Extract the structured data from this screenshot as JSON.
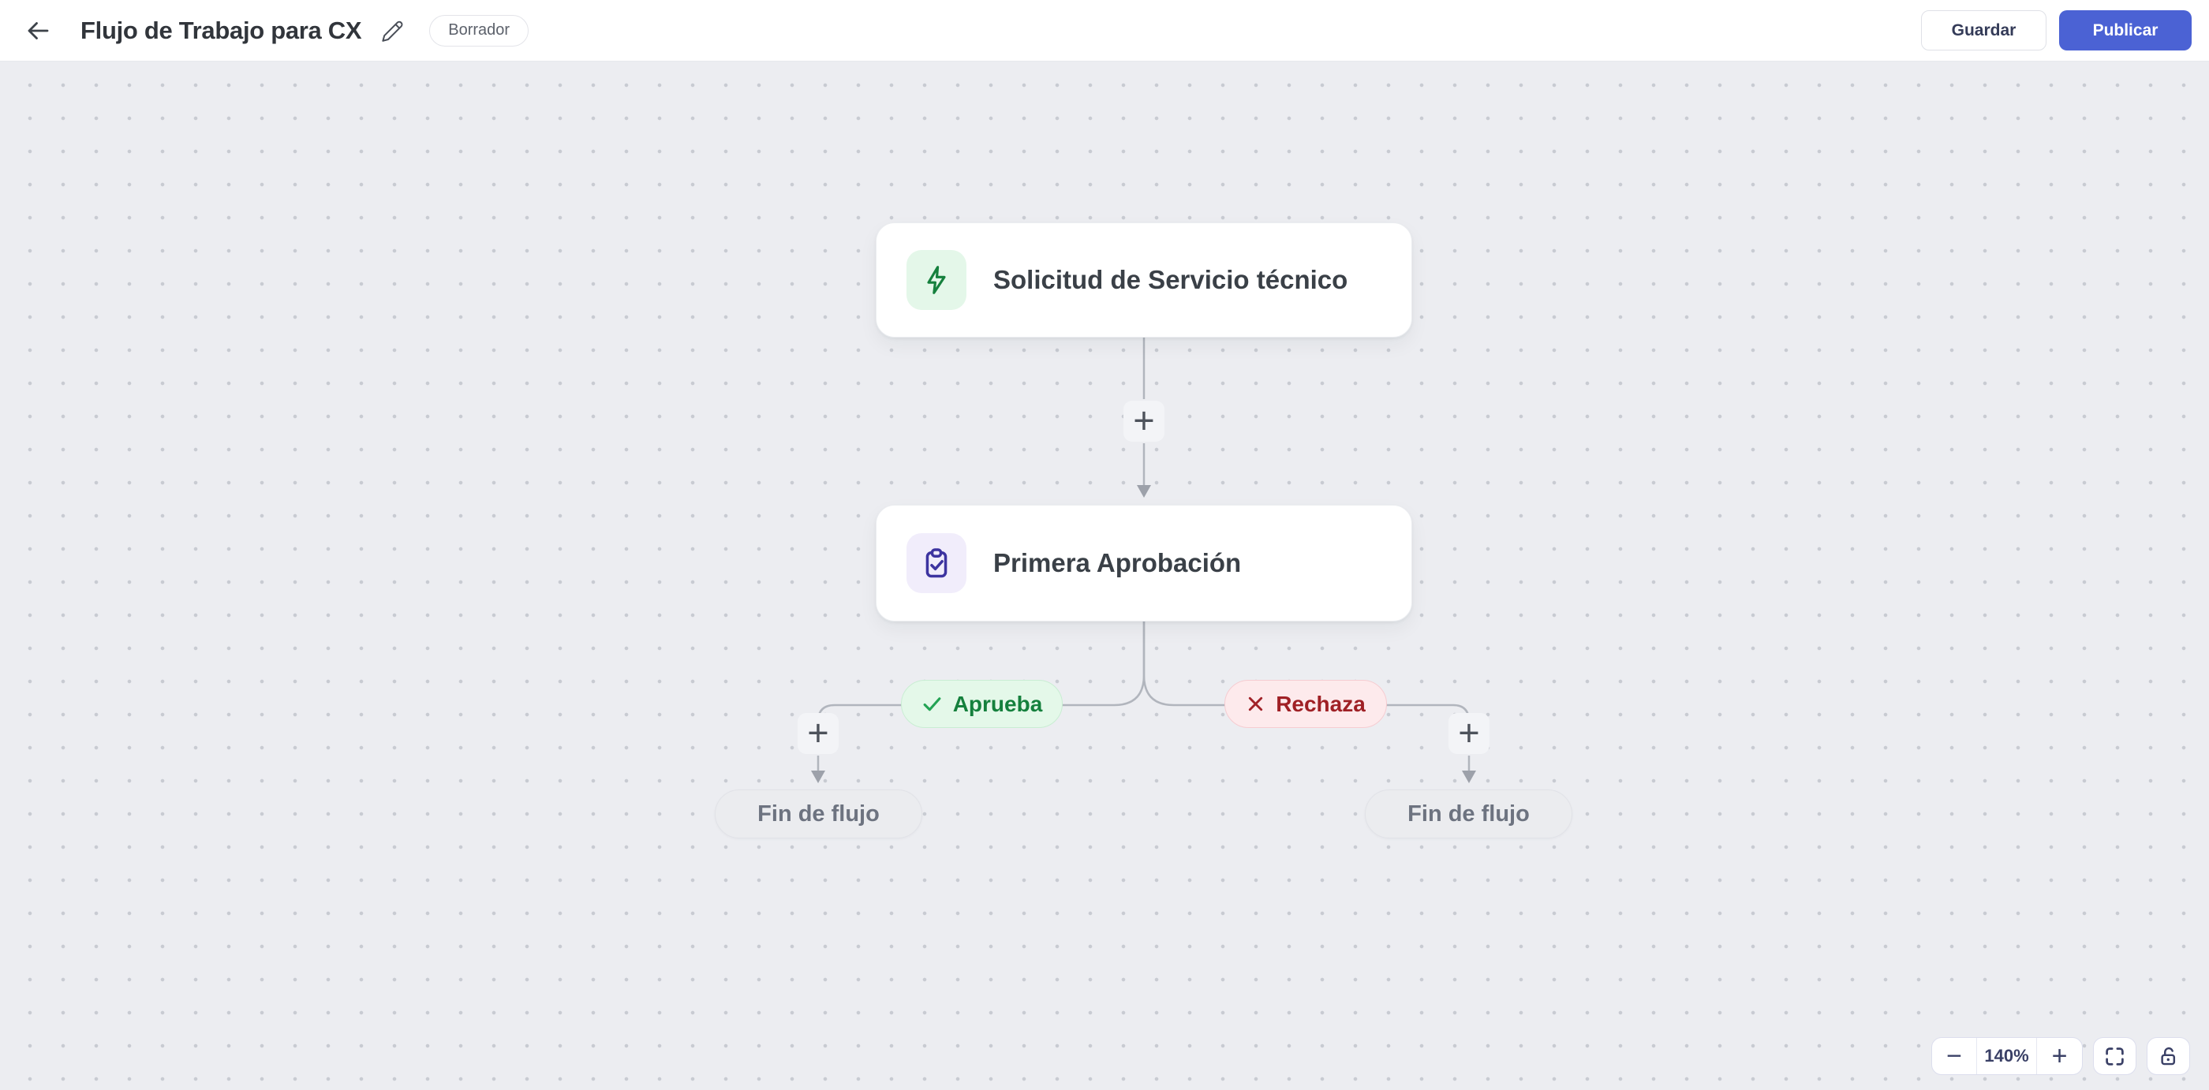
{
  "header": {
    "title": "Flujo de Trabajo para CX",
    "status_badge": "Borrador",
    "save_label": "Guardar",
    "publish_label": "Publicar"
  },
  "canvas": {
    "trigger_node": {
      "label": "Solicitud de Servicio técnico",
      "icon": "lightning-icon",
      "icon_color": "#15803d",
      "tile_bg": "#e4f7e9"
    },
    "approval_node": {
      "label": "Primera Aprobación",
      "icon": "clipboard-check-icon",
      "icon_color": "#3d34a0",
      "tile_bg": "#f1edfb"
    },
    "branch_approve": {
      "label": "Aprueba",
      "icon": "check-icon",
      "text_color": "#15803d",
      "bg": "#e4f8e9",
      "border": "#c9edd3"
    },
    "branch_reject": {
      "label": "Rechaza",
      "icon": "x-icon",
      "text_color": "#9f2025",
      "bg": "#fdeaec",
      "border": "#f6ccd1"
    },
    "end_node_left": {
      "label": "Fin de flujo"
    },
    "end_node_right": {
      "label": "Fin de flujo"
    },
    "add_step_glyph": "+"
  },
  "zoom_controls": {
    "zoom_out_glyph": "−",
    "zoom_level": "140%",
    "zoom_in_glyph": "+",
    "fit_icon": "fit-screen-icon",
    "lock_icon": "lock-open-icon"
  },
  "colors": {
    "accent_blue": "#4b62d4",
    "canvas_bg": "#ecedf1",
    "connector_gray": "#b1b5bd",
    "trigger_green": "#15803d",
    "approval_indigo": "#3d34a0",
    "approve_green": "#15803d",
    "reject_red": "#9f2025"
  }
}
